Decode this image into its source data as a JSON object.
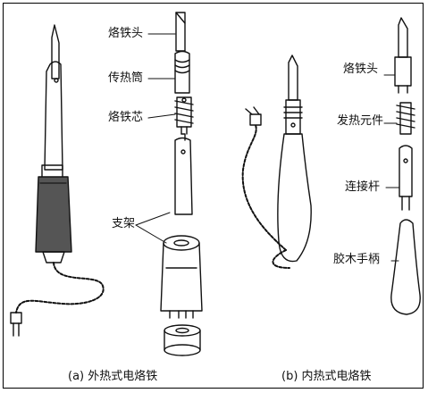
{
  "left_labels": {
    "tip": "烙铁头",
    "tube": "传热筒",
    "core": "烙铁芯",
    "bracket": "支架"
  },
  "right_labels": {
    "tip": "烙铁头",
    "element": "发热元件",
    "rod": "连接杆",
    "handle": "胶木手柄"
  },
  "captions": {
    "a": "(a) 外热式电烙铁",
    "b": "(b) 内热式电烙铁"
  }
}
